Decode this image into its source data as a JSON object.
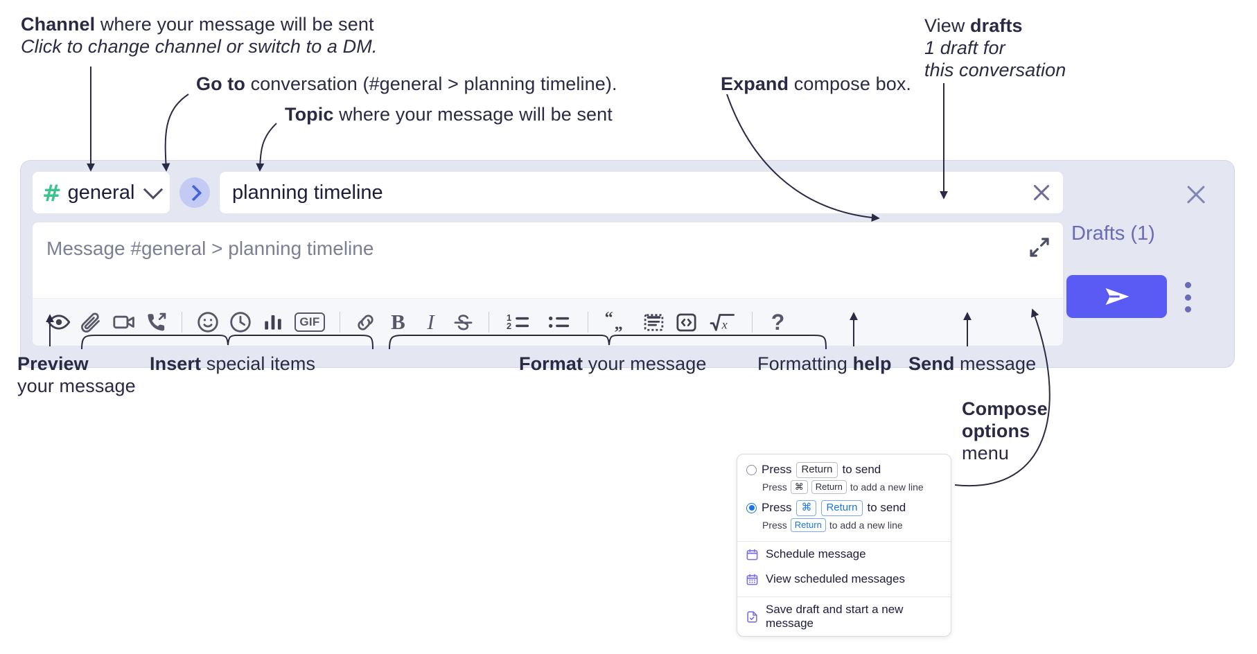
{
  "annotations": {
    "channel": {
      "bold": "Channel",
      "rest": " where your message will be sent",
      "italic": "Click to change channel or switch to a DM."
    },
    "goto": {
      "bold": "Go to",
      "rest": " conversation (#general > planning timeline)."
    },
    "topic": {
      "bold": "Topic",
      "rest": " where your message will be sent"
    },
    "expand": {
      "bold": "Expand",
      "rest": " compose box."
    },
    "drafts": {
      "rest": "View ",
      "bold": "drafts",
      "italic1": "1 draft for",
      "italic2": "this conversation"
    },
    "preview": {
      "bold": "Preview",
      "rest": "your message"
    },
    "insert": {
      "bold": "Insert",
      "rest": " special items"
    },
    "format": {
      "bold": "Format",
      "rest": " your message"
    },
    "help": {
      "rest": "Formatting ",
      "bold": "help"
    },
    "send": {
      "bold": "Send",
      "rest": " message"
    },
    "compose_options": {
      "bold1": "Compose",
      "bold2": "options",
      "rest": "menu"
    }
  },
  "compose": {
    "channel": {
      "hash_icon": "hash-icon",
      "name": "general",
      "chevron_icon": "chevron-down-icon"
    },
    "goto_button": {
      "icon": "chevron-right-icon"
    },
    "topic": {
      "value": "planning timeline",
      "clear_icon": "close-icon"
    },
    "message": {
      "placeholder": "Message #general > planning timeline",
      "value": "",
      "expand_icon": "expand-icon"
    },
    "toolbar": [
      {
        "name": "preview-icon",
        "label": "Preview"
      },
      {
        "name": "attachment-icon",
        "label": "Attach file"
      },
      {
        "name": "video-icon",
        "label": "Record video clip"
      },
      {
        "name": "audio-call-icon",
        "label": "Record audio clip"
      },
      {
        "name": "separator",
        "label": ""
      },
      {
        "name": "emoji-icon",
        "label": "Emoji"
      },
      {
        "name": "clock-icon",
        "label": "Reminder"
      },
      {
        "name": "poll-icon",
        "label": "Poll"
      },
      {
        "name": "gif-icon",
        "label": "GIF"
      },
      {
        "name": "separator",
        "label": ""
      },
      {
        "name": "link-icon",
        "label": "Link"
      },
      {
        "name": "bold-icon",
        "label": "B"
      },
      {
        "name": "italic-icon",
        "label": "I"
      },
      {
        "name": "strikethrough-icon",
        "label": "Strikethrough"
      },
      {
        "name": "separator",
        "label": ""
      },
      {
        "name": "ordered-list-icon",
        "label": "Ordered list"
      },
      {
        "name": "bulleted-list-icon",
        "label": "Bulleted list"
      },
      {
        "name": "separator",
        "label": ""
      },
      {
        "name": "blockquote-icon",
        "label": "Blockquote"
      },
      {
        "name": "code-block-icon",
        "label": "Code block"
      },
      {
        "name": "inline-code-icon",
        "label": "Code"
      },
      {
        "name": "latex-icon",
        "label": "Math"
      },
      {
        "name": "separator",
        "label": ""
      },
      {
        "name": "help-icon",
        "label": "?"
      }
    ],
    "rail": {
      "close_icon": "close-icon",
      "drafts_label": "Drafts (1)",
      "send_icon": "send-icon",
      "kebab_icon": "more-options-icon"
    }
  },
  "compose_menu": {
    "options": [
      {
        "selected": false,
        "main_prefix": "Press",
        "main_keys": [
          "Return"
        ],
        "main_suffix": "to send",
        "sub_prefix": "Press",
        "sub_keys": [
          "⌘",
          "Return"
        ],
        "sub_suffix": "to add a new line"
      },
      {
        "selected": true,
        "main_prefix": "Press",
        "main_keys": [
          "⌘",
          "Return"
        ],
        "main_suffix": "to send",
        "sub_prefix": "Press",
        "sub_keys": [
          "Return"
        ],
        "sub_suffix": "to add a new line"
      }
    ],
    "items": [
      {
        "icon": "calendar-icon",
        "label": "Schedule message"
      },
      {
        "icon": "calendar-grid-icon",
        "label": "View scheduled messages"
      },
      {
        "icon": "save-draft-icon",
        "label": "Save draft and start a new message"
      }
    ]
  },
  "colors": {
    "accent": "#5a5af5",
    "widget_bg": "#e4e6f2",
    "hash_green": "#3ec28f",
    "drafts_purple": "#6a6bb8",
    "key_blue": "#1a73e8",
    "menu_icon_purple": "#7b6ee0"
  }
}
